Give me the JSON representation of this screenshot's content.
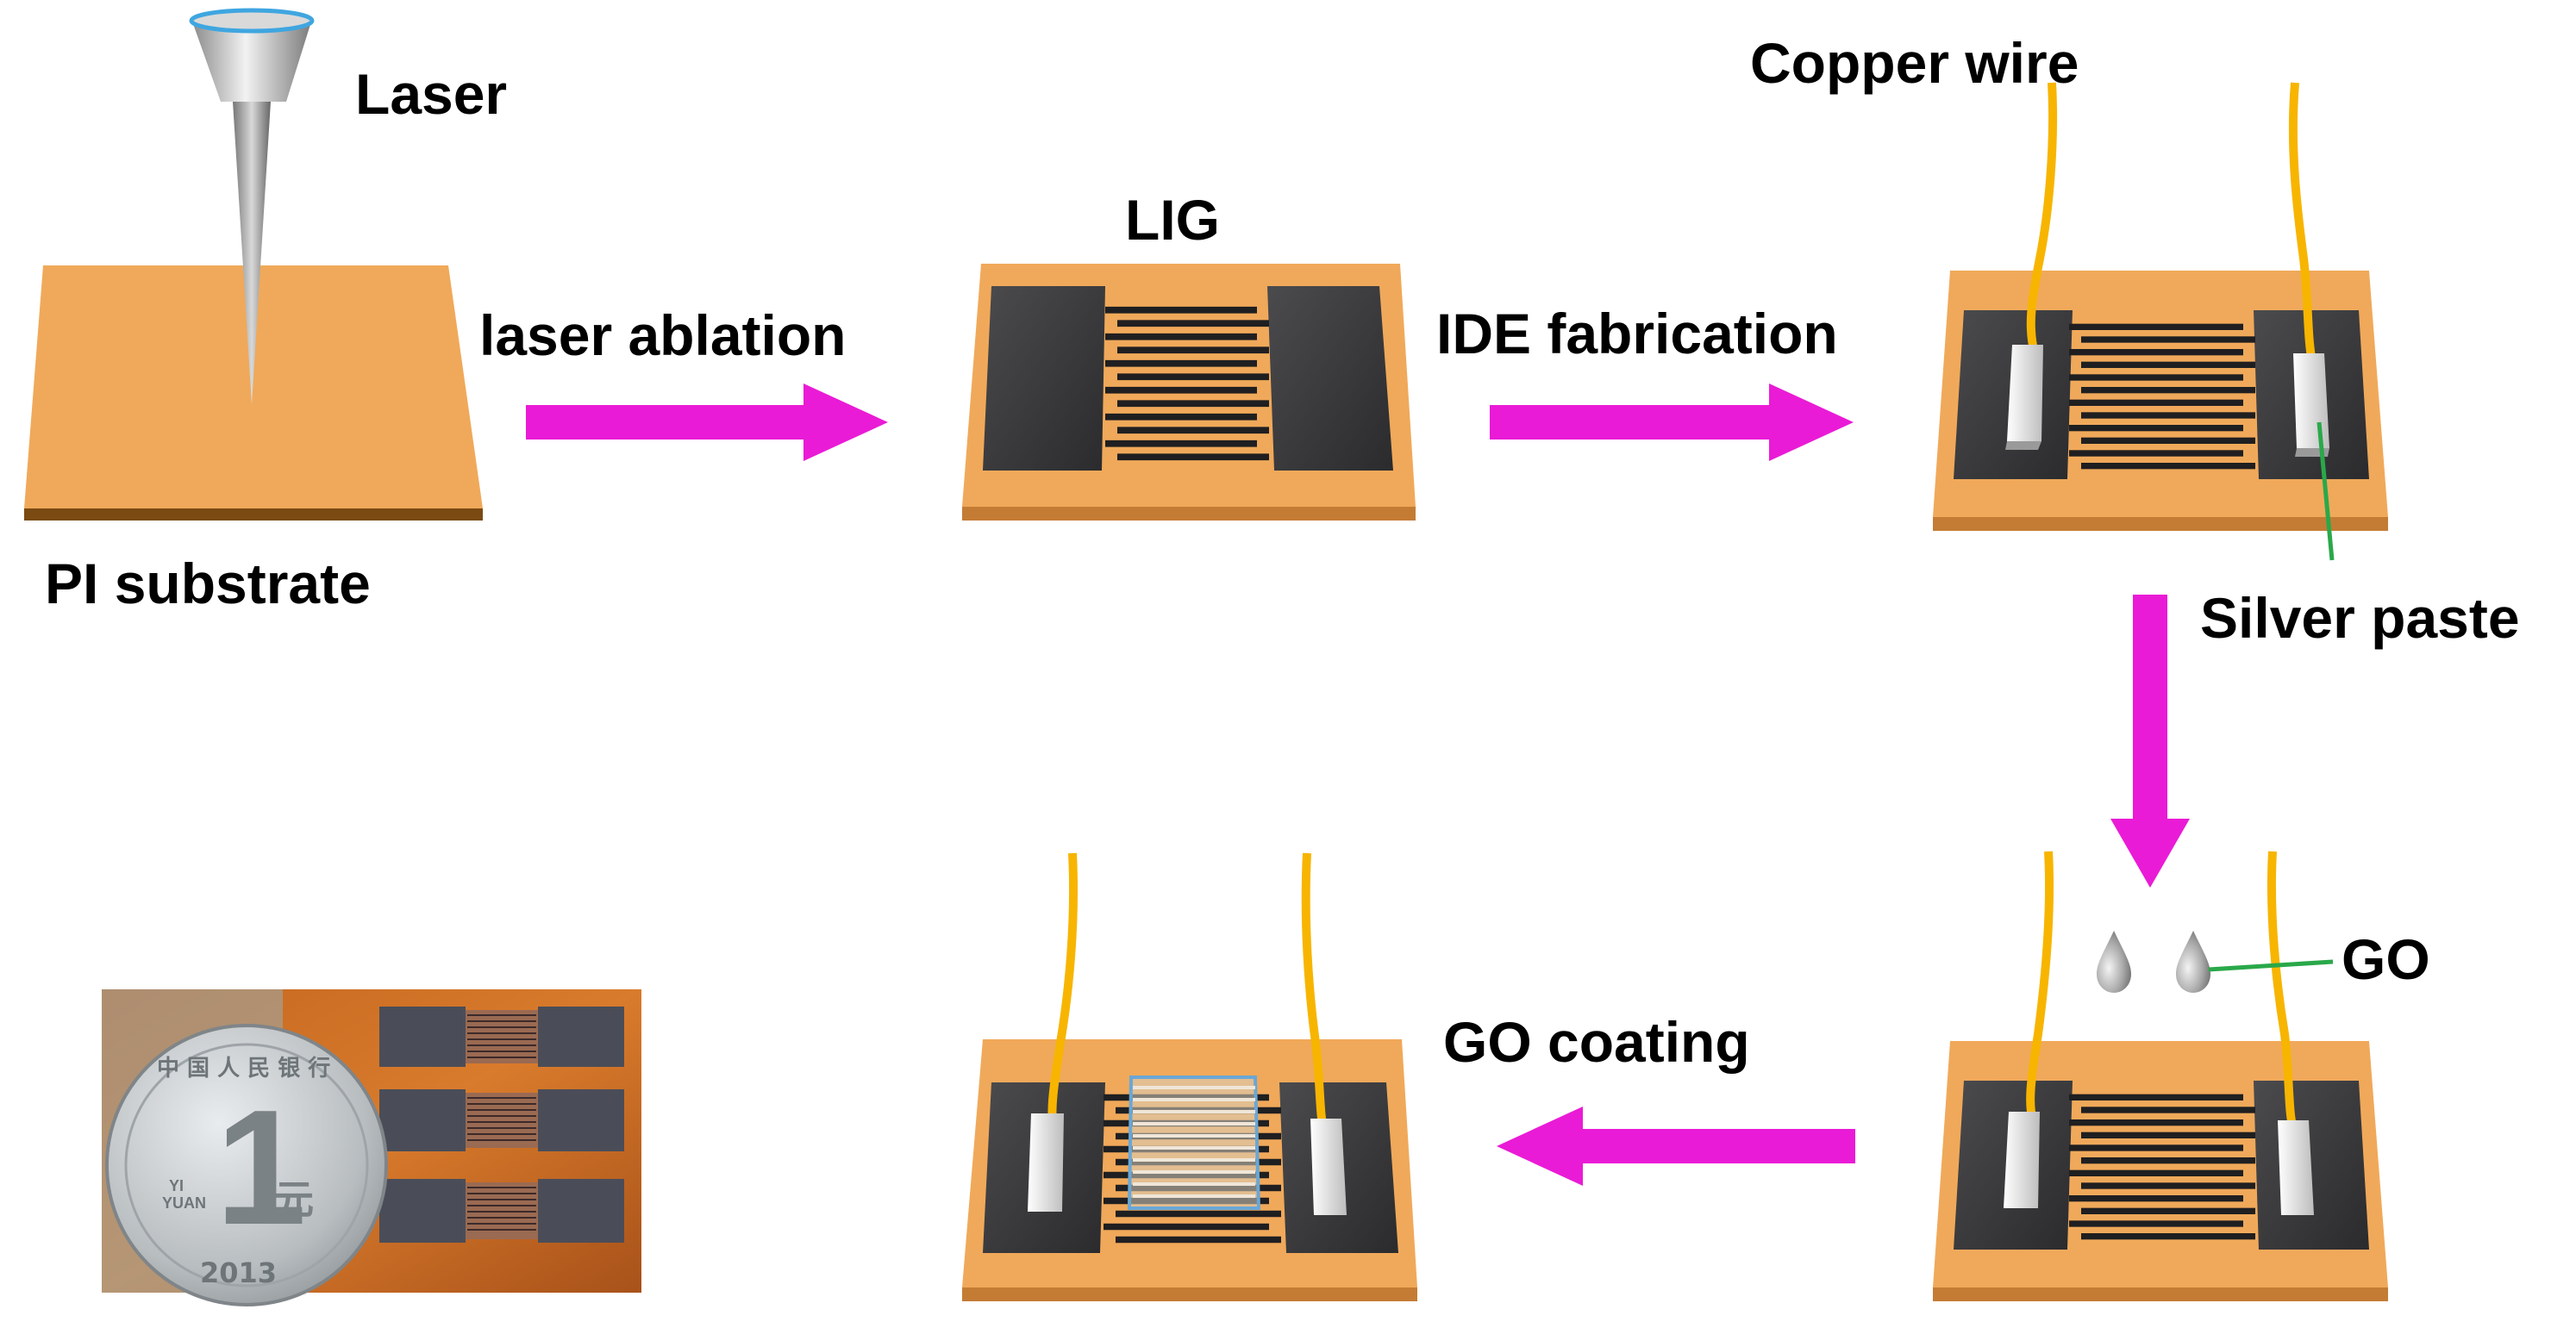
{
  "labels": {
    "laser": "Laser",
    "pi_substrate": "PI substrate",
    "laser_ablation": "laser ablation",
    "lig": "LIG",
    "ide_fabrication": "IDE fabrication",
    "copper_wire": "Copper wire",
    "silver_paste": "Silver paste",
    "go": "GO",
    "go_coating": "GO coating"
  },
  "photo": {
    "coin_text": "1",
    "coin_currency": "元",
    "coin_year": "2013",
    "coin_pinyin_1": "YI",
    "coin_pinyin_2": "YUAN",
    "coin_rim_text": "中 国 人 民 银 行"
  },
  "colors": {
    "substrate_top": "#f0a95a",
    "substrate_side": "#7a4a12",
    "lig_pad": "#3a3a3c",
    "arrow": "#ea1bd6",
    "copper_wire": "#f7b500",
    "silver_paste": "#e8e8e8",
    "go_film": "#d9cfc0",
    "go_line": "#2aa84a"
  }
}
